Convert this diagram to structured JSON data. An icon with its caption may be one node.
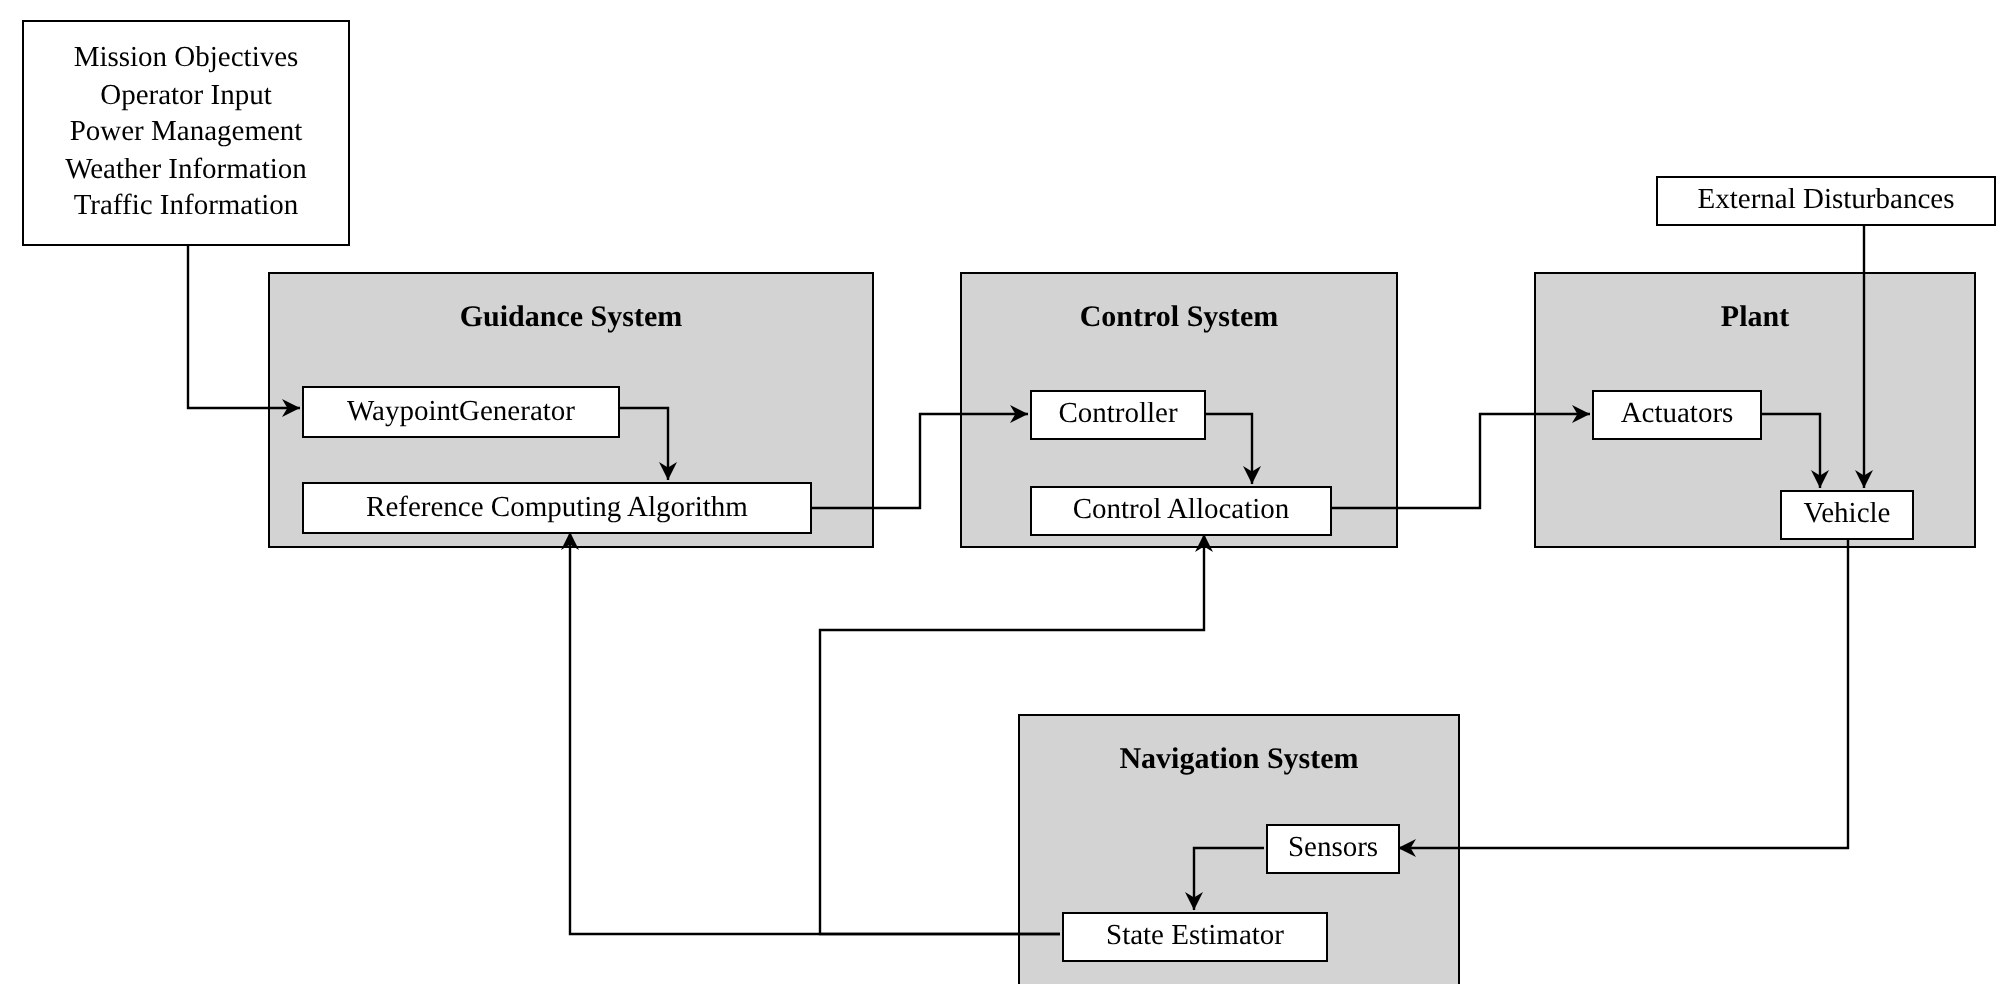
{
  "diagram": {
    "nodes": [
      {
        "text": [
          "Mission Objectives",
          "Operator Input",
          "Power Management",
          "Weather Information",
          "Traffic Information"
        ]
      },
      {
        "text": [
          "Guidance System"
        ]
      },
      {
        "text": [
          "WaypointGenerator"
        ],
        "in": 1
      },
      {
        "text": [
          "Reference Computing Algorithm"
        ],
        "in": 1
      },
      {
        "text": [
          "Control System"
        ]
      },
      {
        "text": [
          "Controller"
        ],
        "in": 4
      },
      {
        "text": [
          "Control Allocation"
        ],
        "in": 4
      },
      {
        "text": [
          "Plant"
        ]
      },
      {
        "text": [
          "Actuators"
        ],
        "in": 7
      },
      {
        "text": [
          "Vehicle"
        ],
        "in": 7
      },
      {
        "text": [
          "External Disturbances"
        ]
      },
      {
        "text": [
          "Navigation System"
        ]
      },
      {
        "text": [
          "Sensors"
        ],
        "in": 11
      },
      {
        "text": [
          "State Estimator"
        ],
        "in": 11
      }
    ],
    "edges": [
      {
        "from": 0,
        "to": 2,
        "arrow": "to"
      },
      {
        "from": 2,
        "to": 3,
        "arrow": "to"
      },
      {
        "from": 3,
        "to": 5,
        "arrow": "to"
      },
      {
        "from": 5,
        "to": 6,
        "arrow": "to"
      },
      {
        "from": 6,
        "to": 8,
        "arrow": "to"
      },
      {
        "from": 8,
        "to": 9,
        "arrow": "to"
      },
      {
        "from": 10,
        "to": 9,
        "arrow": "to"
      },
      {
        "from": 9,
        "to": 12,
        "arrow": "to"
      },
      {
        "from": 12,
        "to": 13,
        "arrow": "to"
      },
      {
        "from": 13,
        "to": 3,
        "arrow": "to"
      },
      {
        "from": 13,
        "to": 6,
        "arrow": "to"
      }
    ]
  }
}
